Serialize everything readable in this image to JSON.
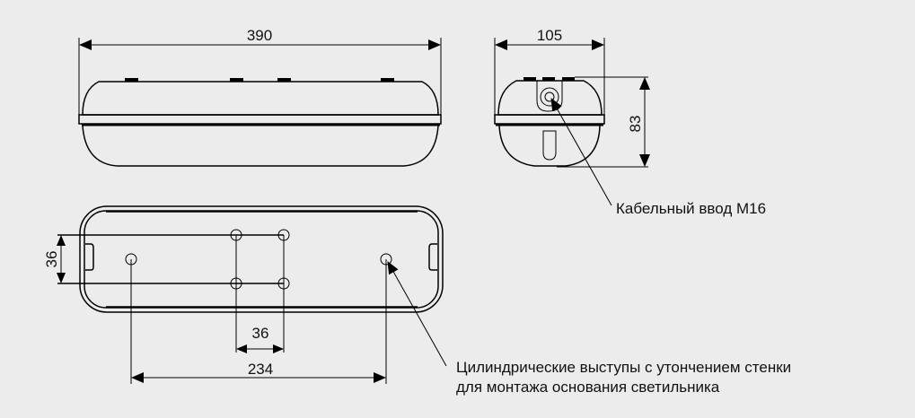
{
  "front_view": {
    "width_dimension": "390"
  },
  "side_view": {
    "width_dimension": "105",
    "height_dimension": "83"
  },
  "bottom_view": {
    "hole_vertical_spacing": "36",
    "hole_horizontal_spacing": "36",
    "mounting_spacing": "234"
  },
  "callouts": {
    "cable_entry": "Кабельный ввод М16",
    "mounting_line1": "Цилиндрические выступы с утончением стенки",
    "mounting_line2": "для монтажа основания светильника"
  },
  "colors": {
    "background": "#ececec",
    "line": "#000000",
    "text": "#111111"
  }
}
